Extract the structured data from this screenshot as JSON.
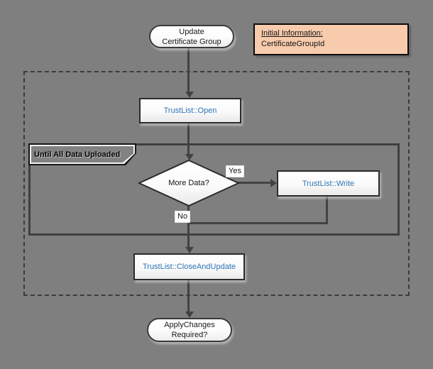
{
  "diagram": {
    "background_color": "#7f7f7f",
    "accent_text_color": "#2E75B6",
    "note": {
      "title": "Initial Information:",
      "body": "CertificateGroupId",
      "fill_color": "#F8CBAD"
    },
    "nodes": {
      "start": {
        "type": "terminator",
        "line1": "Update",
        "line2": "Certificate Group"
      },
      "open": {
        "type": "process",
        "label": "TrustList::Open"
      },
      "loop": {
        "type": "loop-frame",
        "label": "Until All Data Uploaded"
      },
      "decision": {
        "type": "decision",
        "label": "More Data?"
      },
      "write": {
        "type": "process",
        "label": "TrustList::Write"
      },
      "close_and_update": {
        "type": "process",
        "label": "TrustList::CloseAndUpdate"
      },
      "end": {
        "type": "terminator",
        "line1": "ApplyChanges",
        "line2": "Required?"
      }
    },
    "edges": {
      "yes_label": "Yes",
      "no_label": "No"
    }
  }
}
